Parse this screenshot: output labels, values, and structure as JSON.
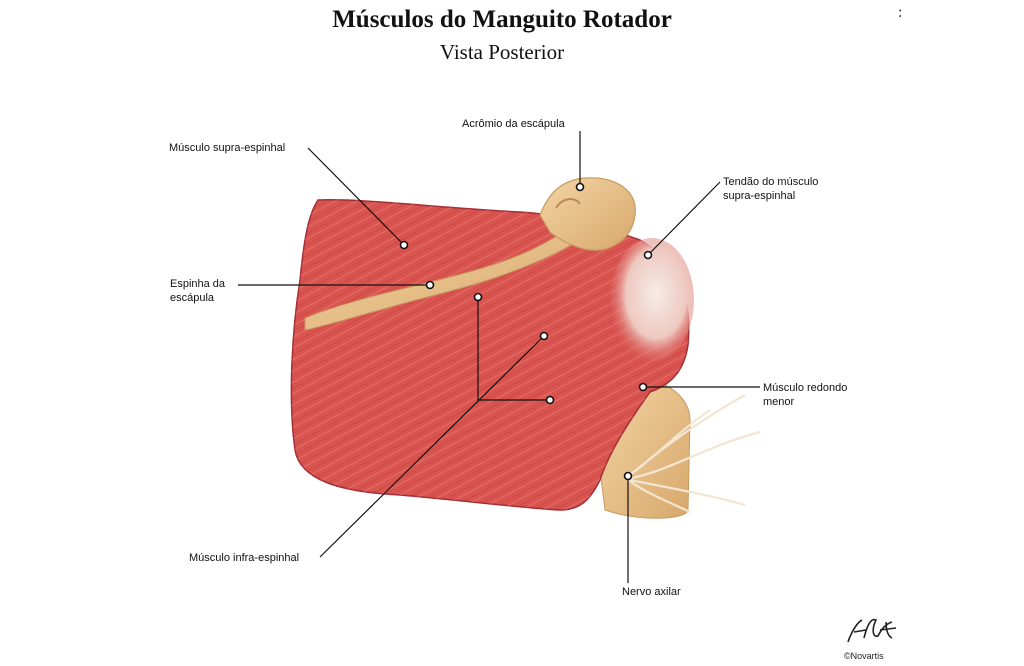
{
  "header": {
    "title": "Músculos do Manguito Rotador",
    "subtitle": "Vista Posterior",
    "stray_mark": ":"
  },
  "labels": {
    "acromio": "Acrômio da escápula",
    "supra": "Músculo supra-espinhal",
    "tendao": "Tendão do músculo\nsupra-espinhal",
    "espinha": "Espinha da\nescápula",
    "redondo": "Músculo redondo\nmenor",
    "infra": "Músculo infra-espinhal",
    "nervo": "Nervo axilar"
  },
  "footer": {
    "signature": "F. Netter",
    "copyright": "©Novartis"
  },
  "colors": {
    "muscle": "#d9534f",
    "muscle_dark": "#b8333a",
    "muscle_light": "#e88a86",
    "bone": "#ebc48f",
    "bone_dark": "#d6a66a",
    "tendon": "#f1dcd4",
    "nerve": "#f2e6d2",
    "leader": "#111111"
  }
}
